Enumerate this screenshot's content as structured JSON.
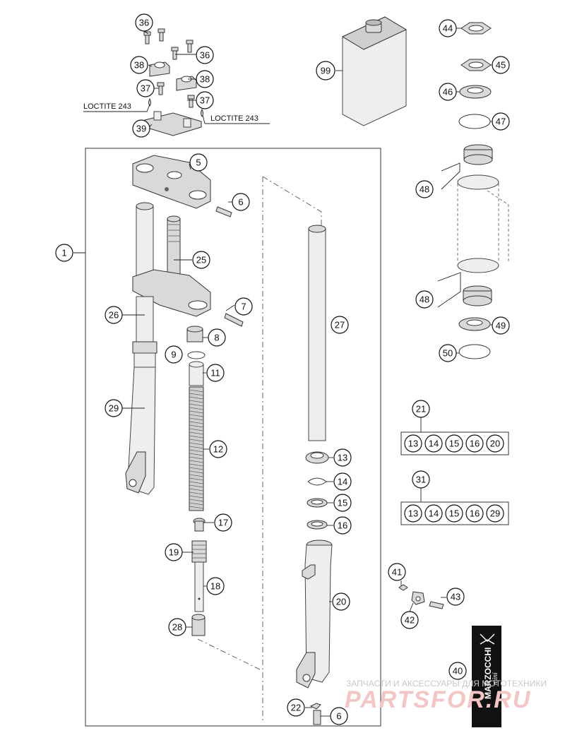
{
  "loctite": {
    "left": "LOCTITE 243",
    "right": "LOCTITE 243"
  },
  "kits": {
    "kit21": {
      "label": "21",
      "items": [
        "13",
        "14",
        "15",
        "16",
        "20"
      ]
    },
    "kit31": {
      "label": "31",
      "items": [
        "13",
        "14",
        "15",
        "16",
        "29"
      ]
    }
  },
  "callouts": {
    "c1": "1",
    "c5": "5",
    "c6a": "6",
    "c6b": "6",
    "c7": "7",
    "c8": "8",
    "c9": "9",
    "c11": "11",
    "c12": "12",
    "c13": "13",
    "c14": "14",
    "c15": "15",
    "c16": "16",
    "c17": "17",
    "c18": "18",
    "c19": "19",
    "c20": "20",
    "c22": "22",
    "c25": "25",
    "c26": "26",
    "c27": "27",
    "c28": "28",
    "c29": "29",
    "c36a": "36",
    "c36b": "36",
    "c37a": "37",
    "c37b": "37",
    "c38a": "38",
    "c38b": "38",
    "c39": "39",
    "c40": "40",
    "c41": "41",
    "c42": "42",
    "c43": "43",
    "c44": "44",
    "c45": "45",
    "c46": "46",
    "c47": "47",
    "c48a": "48",
    "c48b": "48",
    "c49": "49",
    "c50": "50",
    "c99": "99"
  },
  "logo": {
    "brand": "MARZOCCHI",
    "sub": "mini"
  },
  "watermark": {
    "line1": "ЗАПЧАСТИ И АКСЕССУАРЫ ДЛЯ МОТОТЕХНИКИ",
    "line2": "PARTSFOR.RU"
  }
}
